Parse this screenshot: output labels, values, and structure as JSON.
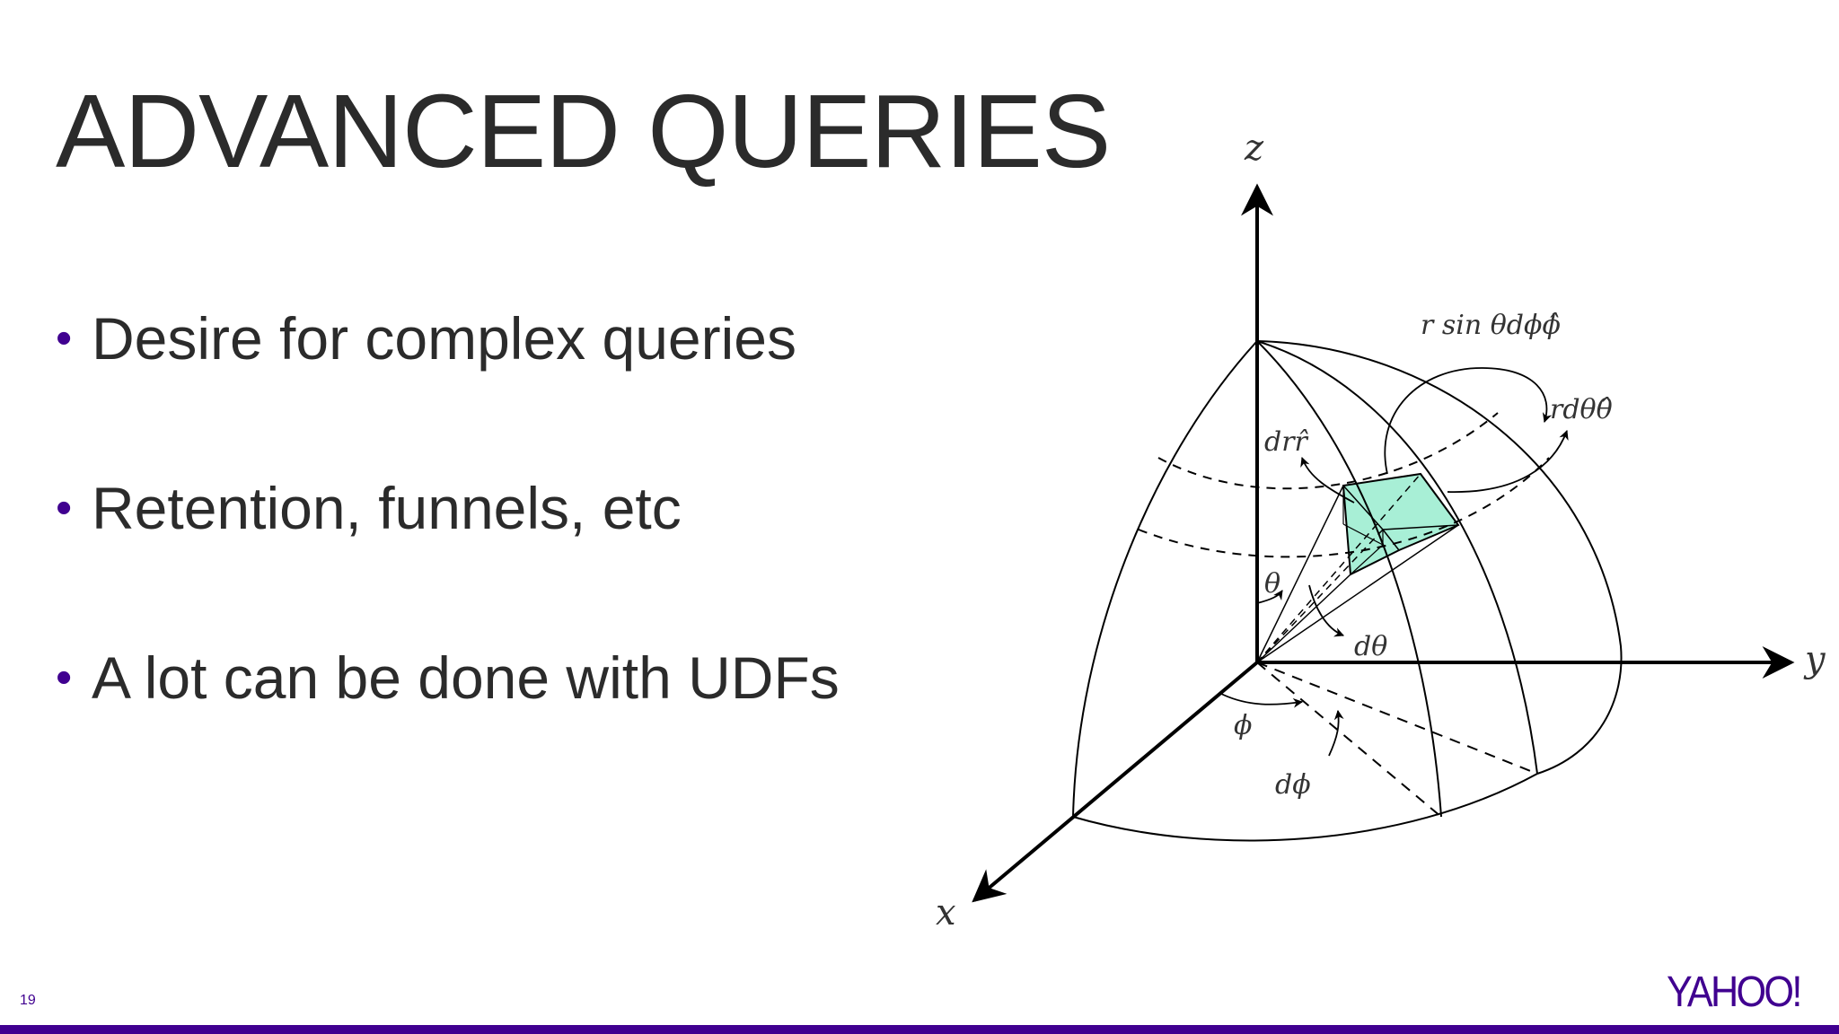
{
  "slide": {
    "title": "ADVANCED QUERIES",
    "bullets": [
      "Desire for complex queries",
      "Retention, funnels, etc",
      "A lot can be done with UDFs"
    ],
    "bullet_marker": "•",
    "page_number": "19",
    "logo_text": "YAHOO!"
  },
  "diagram": {
    "labels": {
      "z_axis": "z",
      "y_axis": "y",
      "x_axis": "x",
      "theta": "θ",
      "d_theta": "dθ",
      "phi": "ϕ",
      "d_phi": "dϕ",
      "dr_r": "drr̂",
      "r_dtheta": "rdθθ̂",
      "r_sin": "r sin θdϕϕ̂"
    },
    "colors": {
      "volume_element": "#a8efd6",
      "lines": "#000000"
    }
  },
  "theme": {
    "accent": "#400090",
    "text": "#2b2b2b",
    "background": "#ffffff"
  }
}
